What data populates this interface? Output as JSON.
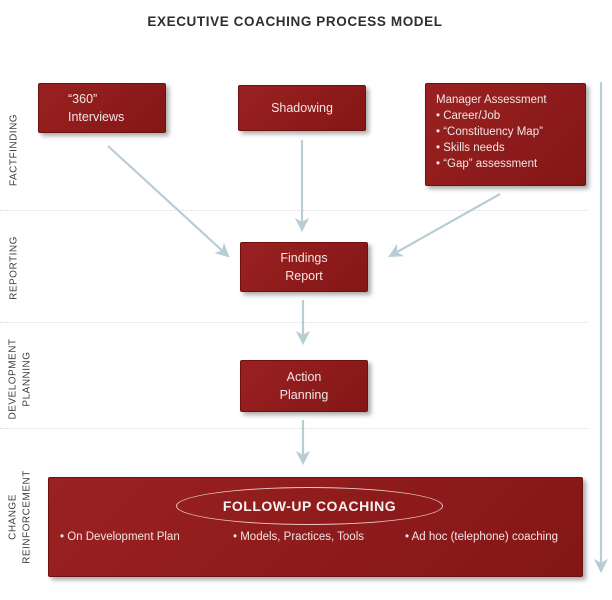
{
  "title": "EXECUTIVE COACHING PROCESS MODEL",
  "colors": {
    "box_red": "#8e1b1b",
    "box_border": "#701111",
    "box_text": "#f2e6e6",
    "arrow": "#b7ced4",
    "divider": "#d9d9d9",
    "title_text": "#2e2e2e",
    "phase_text": "#3d3d3d"
  },
  "phases": {
    "factfinding": "FACTFINDING",
    "reporting": "REPORTING",
    "development": "DEVELOPMENT\nPLANNING",
    "change": "CHANGE\nREINFORCEMENT"
  },
  "boxes": {
    "interviews": "“360”\nInterviews",
    "shadowing": "Shadowing",
    "manager": {
      "heading": "Manager Assessment",
      "bullets": [
        "• Career/Job",
        "• “Constituency Map”",
        "• Skills needs",
        "• “Gap” assessment"
      ]
    },
    "findings": "Findings\nReport",
    "action": "Action\nPlanning",
    "followup": {
      "heading": "FOLLOW-UP COACHING",
      "bullets": [
        "• On Development Plan",
        "• Models, Practices, Tools",
        "• Ad hoc (telephone) coaching"
      ]
    }
  }
}
